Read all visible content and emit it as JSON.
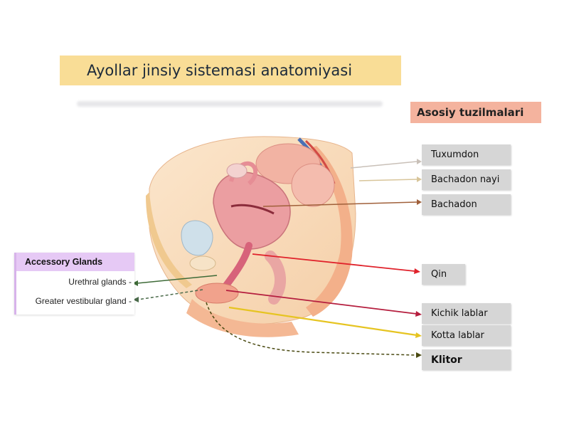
{
  "title": "Ayollar jinsiy sistemasi anatomiyasi",
  "structures_header": "Asosiy tuzilmalari",
  "labels": [
    {
      "id": "tuxumdon",
      "text": "Tuxumdon",
      "color": "#c9c0b8"
    },
    {
      "id": "bachadon-nayi",
      "text": "Bachadon nayi",
      "color": "#d8c59a"
    },
    {
      "id": "bachadon",
      "text": "Bachadon",
      "color": "#a0603a"
    },
    {
      "id": "qin",
      "text": "Qin",
      "color": "#e0222b"
    },
    {
      "id": "kichik-lablar",
      "text": "Kichik lablar",
      "color": "#b51e3e"
    },
    {
      "id": "kotta-lablar",
      "text": "Kotta lablar",
      "color": "#e6c421"
    },
    {
      "id": "klitor",
      "text": "Klitor",
      "color": "#4a4a12"
    }
  ],
  "accessory": {
    "header": "Accessory Glands",
    "items": [
      "Urethral glands -",
      "Greater vestibular gland -"
    ],
    "colors": [
      "#3e6b38",
      "#4a6a4a"
    ]
  },
  "colors": {
    "title_bg": "#f9dd96",
    "header_bg": "#f4b39e",
    "label_bg": "#d6d6d6",
    "accessory_header_bg": "#e6c9f5"
  }
}
